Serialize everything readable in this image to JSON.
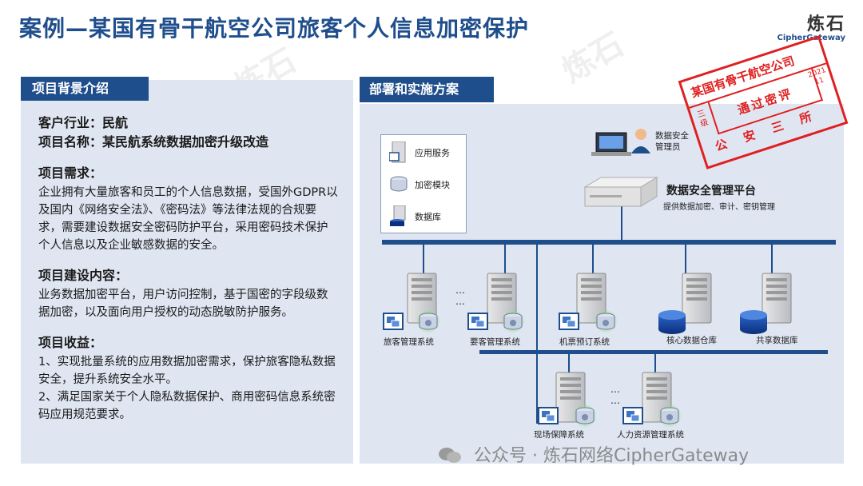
{
  "title": "案例—某国有骨干航空公司旅客个人信息加密保护",
  "logo": {
    "cn": "炼石",
    "en": "CipherGateway"
  },
  "left": {
    "header": "项目背景介绍",
    "industry": "客户行业：民航",
    "project_name": "项目名称：某民航系统数据加密升级改造",
    "requirements_title": "项目需求：",
    "requirements_text": "企业拥有大量旅客和员工的个人信息数据，受国外GDPR以及国内《网络安全法》、《密码法》等法律法规的合规要求，需要建设数据安全密码防护平台，采用密码技术保护个人信息以及企业敏感数据的安全。",
    "construction_title": "项目建设内容：",
    "construction_text": "业务数据加密平台，用户访问控制，基于国密的字段级数据加密，以及面向用户授权的动态脱敏防护服务。",
    "benefits_title": "项目收益：",
    "benefit_1": "1、实现批量系统的应用数据加密需求，保护旅客隐私数据安全，提升系统安全水平。",
    "benefit_2": "2、满足国家关于个人隐私数据保护、商用密码信息系统密码应用规范要求。"
  },
  "right": {
    "header": "部署和实施方案",
    "legend": {
      "app": "应用服务",
      "crypto": "加密模块",
      "db": "数据库"
    },
    "admin_label": "数据安全管理员",
    "admin_line1": "数据安全",
    "admin_line2": "管理员",
    "platform_title": "数据安全管理平台",
    "platform_sub": "提供数据加密、审计、密钥管理",
    "systems": {
      "passenger": "旅客管理系统",
      "vip": "要客管理系统",
      "ticket": "机票预订系统",
      "core_db": "核心数据仓库",
      "shared_db": "共享数据库",
      "field": "现场保障系统",
      "hr": "人力资源管理系统"
    },
    "ellipsis": "…"
  },
  "seal": {
    "top": "某国有骨干航空公司",
    "year": "2021",
    "month": "11",
    "level_1": "三",
    "level_2": "级",
    "middle": "通过密评",
    "bottom": "公安三所"
  },
  "footer": "公众号 · 炼石网络CipherGateway",
  "colors": {
    "brand_blue": "#1f4e8c",
    "panel_bg": "#dfe6f2",
    "seal_red": "#e02020",
    "bus": "#1f4e8c",
    "glow": "#8fe07a"
  }
}
